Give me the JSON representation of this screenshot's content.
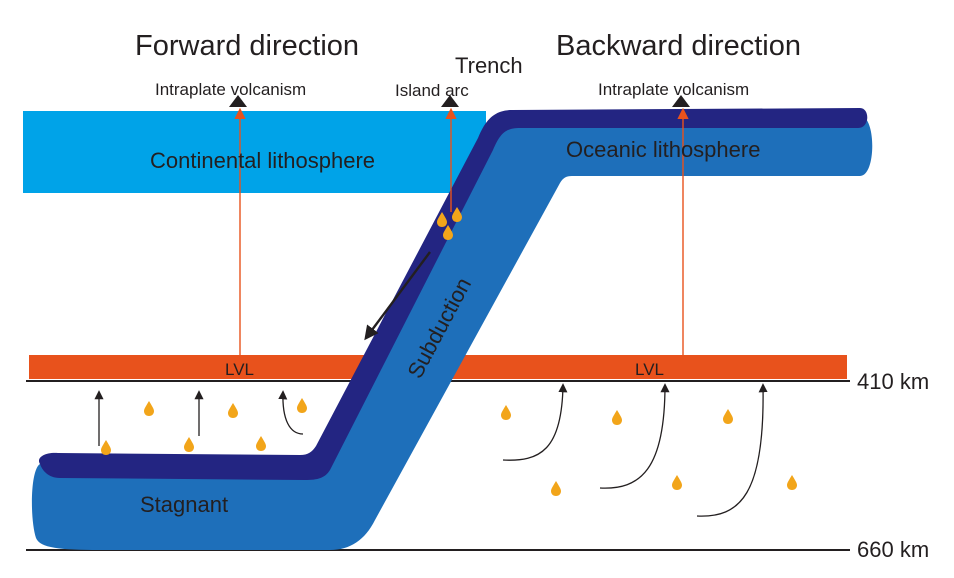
{
  "headings": {
    "forward": "Forward direction",
    "backward": "Backward direction"
  },
  "labels": {
    "trench": "Trench",
    "intraplate_left": "Intraplate volcanism",
    "island_arc": "Island arc",
    "intraplate_right": "Intraplate volcanism",
    "continental": "Continental lithosphere",
    "oceanic": "Oceanic lithosphere",
    "subduction": "Subduction",
    "lvl_left": "LVL",
    "lvl_right": "LVL",
    "stagnant": "Stagnant",
    "depth_410": "410 km",
    "depth_660": "660 km"
  },
  "colors": {
    "continental": "#00a3e8",
    "slab_body": "#1e6fba",
    "slab_edge": "#232582",
    "lvl_layer": "#e8521c",
    "melt_drop": "#f2a51a",
    "magma_path": "#e8521c",
    "text": "#231f20"
  },
  "icons": {
    "volcano_marker": "triangle-icon",
    "melt_drop": "droplet-icon",
    "flow_arrow": "arrow-icon"
  }
}
